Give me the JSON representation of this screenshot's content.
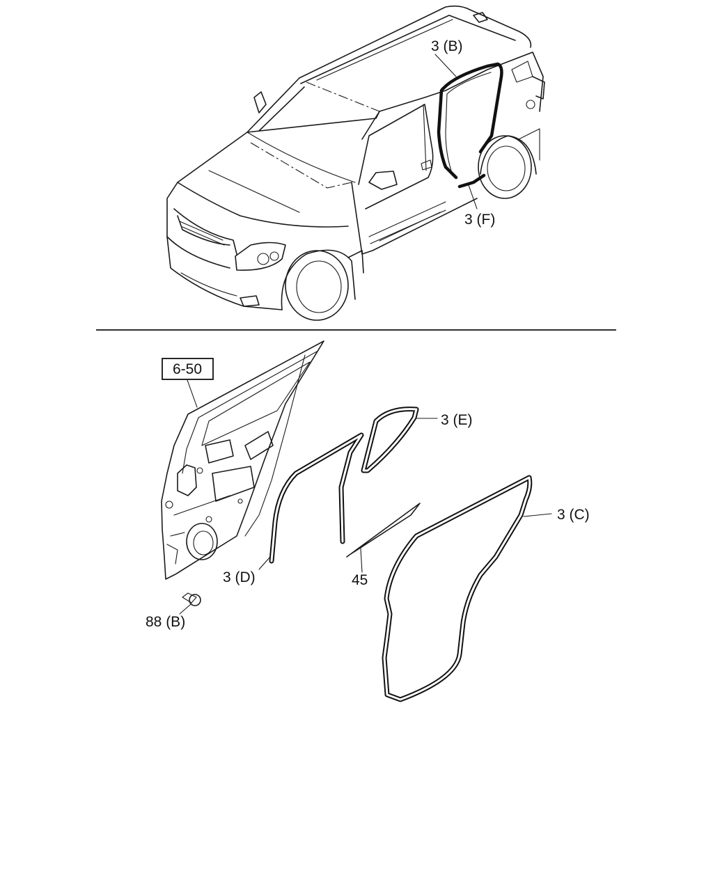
{
  "labels": {
    "l_3b": "3 (B)",
    "l_3f": "3 (F)",
    "l_650": "6-50",
    "l_3e": "3 (E)",
    "l_3c": "3 (C)",
    "l_3d": "3 (D)",
    "l_45": "45",
    "l_88b": "88 (B)"
  }
}
